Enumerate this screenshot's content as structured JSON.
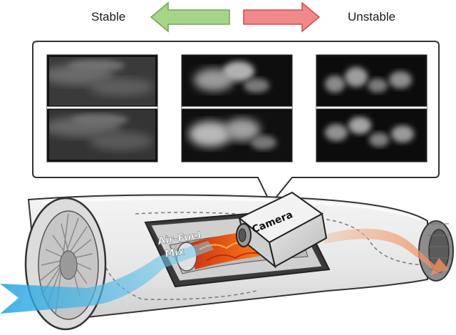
{
  "labels": {
    "stable": "Stable",
    "unstable": "Unstable",
    "camera": "Camera",
    "air_fuel_line1": "Air-Fuel",
    "air_fuel_line2": "Mix"
  },
  "colors": {
    "stable_arrow": "#a8d48a",
    "unstable_arrow": "#f08a8a",
    "inflow_arrow": "#3ab4e6",
    "outflow_arrow": "#f0a07a",
    "flame": "#e8501a"
  },
  "panels": [
    {
      "state": "stable",
      "frames": 2
    },
    {
      "state": "intermediate",
      "frames": 2
    },
    {
      "state": "unstable",
      "frames": 2
    }
  ]
}
